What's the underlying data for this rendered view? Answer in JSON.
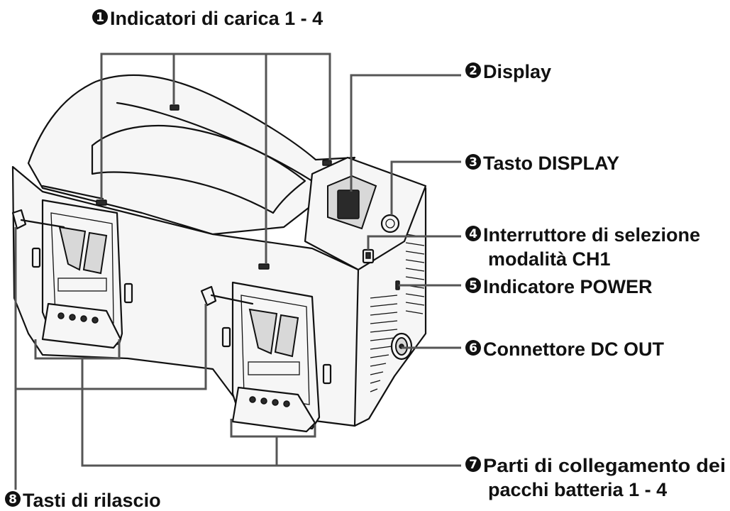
{
  "callouts": [
    {
      "num": "1",
      "text": "Indicatori di carica 1 - 4"
    },
    {
      "num": "2",
      "text": "Display"
    },
    {
      "num": "3",
      "text": "Tasto DISPLAY"
    },
    {
      "num": "4",
      "text": "Interruttore di selezione",
      "text2": "modalità CH1"
    },
    {
      "num": "5",
      "text": "Indicatore POWER"
    },
    {
      "num": "6",
      "text": "Connettore DC OUT"
    },
    {
      "num": "7",
      "text": "Parti di collegamento dei",
      "text2": "pacchi batteria 1 - 4"
    },
    {
      "num": "8",
      "text": "Tasti di rilascio"
    }
  ],
  "colors": {
    "text": "#111111",
    "leader": "#555555",
    "device_fill": "#f6f6f6",
    "panel_fill": "#d8d8d8"
  }
}
